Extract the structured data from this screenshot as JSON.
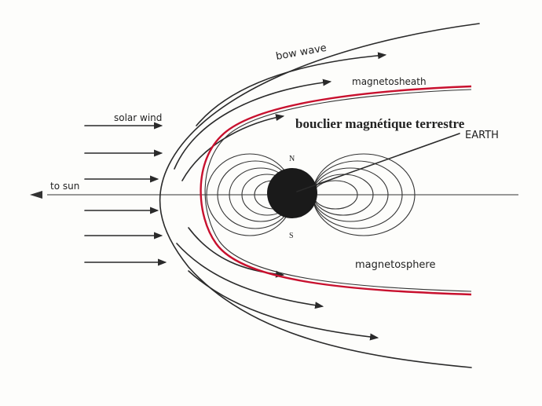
{
  "labels": {
    "bow_wave": "bow wave",
    "magnetosheath": "magnetosheath",
    "shield": "bouclier magnétique terrestre",
    "solar_wind": "solar wind",
    "earth": "EARTH",
    "to_sun": "to sun",
    "north": "N",
    "south": "S",
    "magnetosphere": "magnetosphere"
  },
  "colors": {
    "shield_line": "#c8102e",
    "ink": "#2a2a2a",
    "earth_fill": "#1a1a1a"
  }
}
